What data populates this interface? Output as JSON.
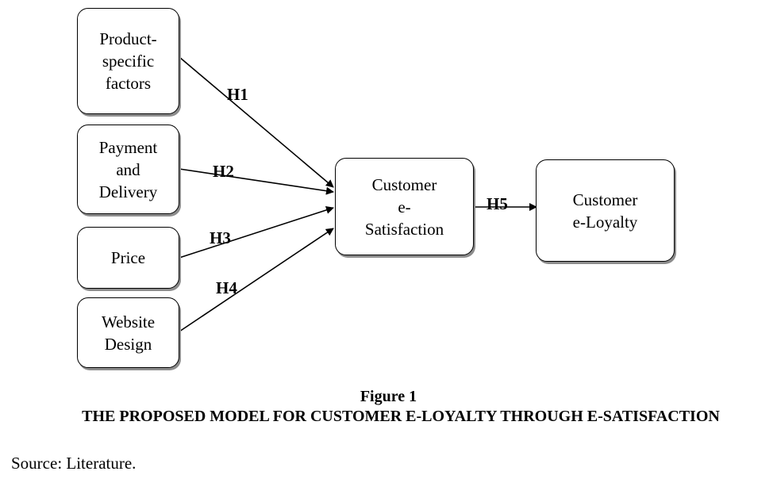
{
  "diagram": {
    "factors": [
      {
        "id": "product",
        "label": "Product-\nspecific\nfactors"
      },
      {
        "id": "payment",
        "label": "Payment\nand\nDelivery"
      },
      {
        "id": "price",
        "label": "Price"
      },
      {
        "id": "website",
        "label": "Website\nDesign"
      }
    ],
    "mediator": {
      "label": "Customer\ne-\nSatisfaction"
    },
    "outcome": {
      "label": "Customer\ne-Loyalty"
    },
    "hypotheses": [
      {
        "label": "H1",
        "from": "product",
        "to": "mediator"
      },
      {
        "label": "H2",
        "from": "payment",
        "to": "mediator"
      },
      {
        "label": "H3",
        "from": "price",
        "to": "mediator"
      },
      {
        "label": "H4",
        "from": "website",
        "to": "mediator"
      },
      {
        "label": "H5",
        "from": "mediator",
        "to": "outcome"
      }
    ]
  },
  "caption": {
    "figure_number": "Figure 1",
    "title": "THE PROPOSED MODEL FOR CUSTOMER E-LOYALTY THROUGH E-SATISFACTION"
  },
  "source_note": "Source: Literature."
}
